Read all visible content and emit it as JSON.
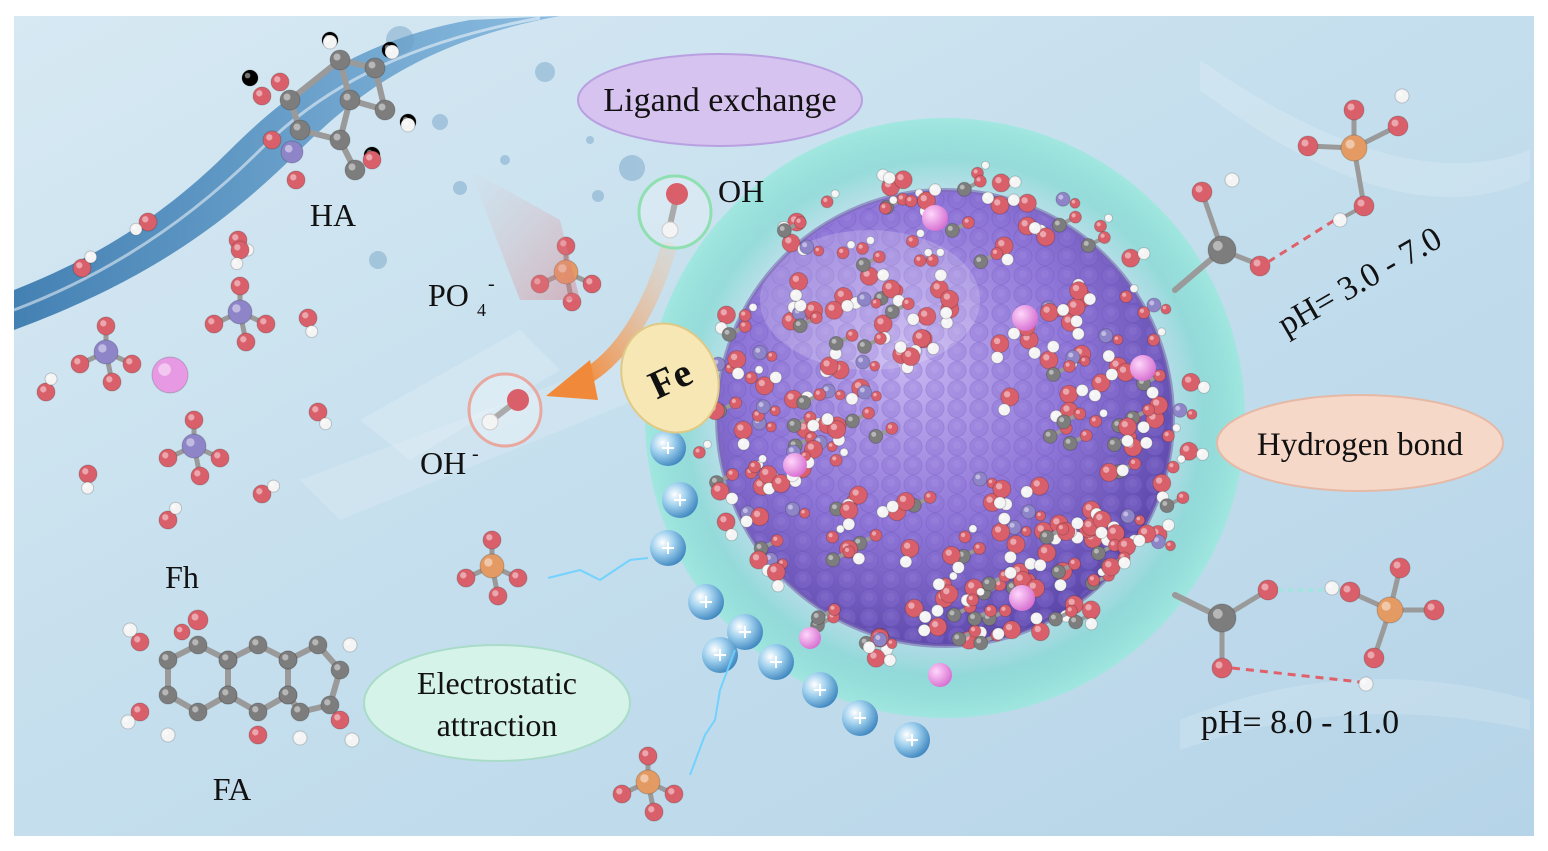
{
  "labels": {
    "ha": "HA",
    "fh": "Fh",
    "fa": "FA",
    "po4": "PO",
    "po4_sub": "4",
    "po4_sup": "-",
    "oh_top": "OH",
    "oh_minus": "OH",
    "oh_minus_sup": "-",
    "fe": "Fe",
    "ph_top": "pH= 3.0 - 7.0",
    "ph_bottom": "pH= 8.0 - 11.0"
  },
  "bubbles": {
    "ligand_exchange": "Ligand exchange",
    "hydrogen_bond": "Hydrogen bond",
    "electrostatic_line1": "Electrostatic",
    "electrostatic_line2": "attraction"
  },
  "colors": {
    "oxygen": "#d9606a",
    "hydrogen": "#f4f4f4",
    "carbon": "#7d7d7d",
    "phosphorus": "#e39a63",
    "nitrogen": "#8e84c8",
    "iron": "#e58ee0",
    "sphere": "#8c73d6",
    "shell": "#6ed6c9",
    "ligand_bubble": "#d6c3ef",
    "hbond_bubble": "#f6d8c9",
    "electro_bubble": "#d5f3e8"
  }
}
